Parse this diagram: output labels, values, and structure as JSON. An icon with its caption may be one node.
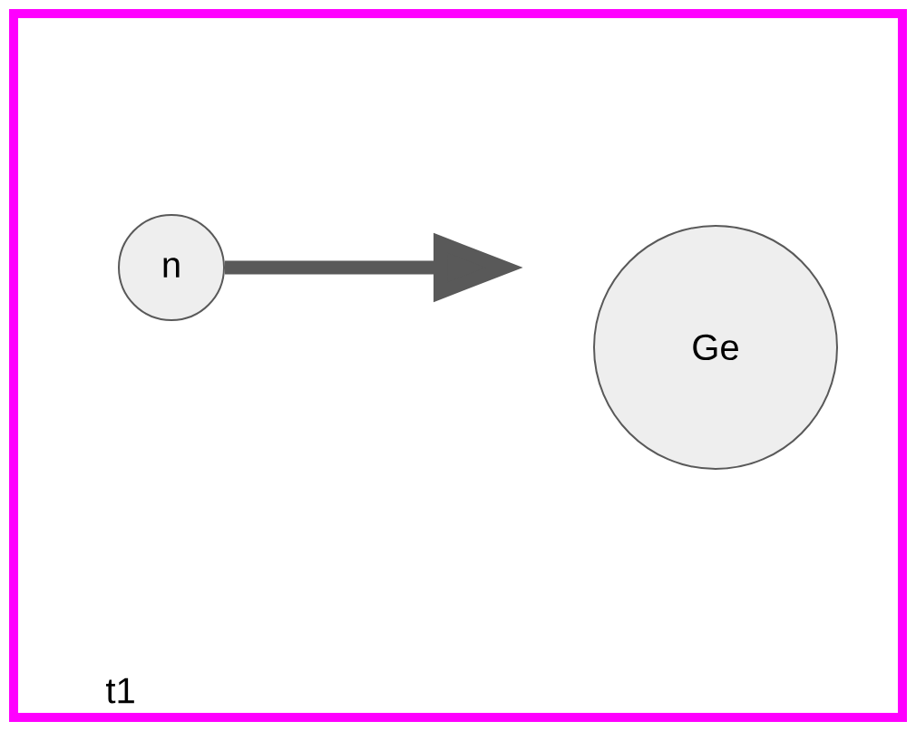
{
  "diagram": {
    "nodes": [
      {
        "text": [
          "t1"
        ]
      },
      {
        "text": [
          "n"
        ],
        "in": 0
      },
      {
        "text": [
          "Ge"
        ],
        "in": 0
      }
    ],
    "edges": [
      {
        "from": 1,
        "to": 2,
        "arrow": "to",
        "color": "#595959"
      }
    ]
  }
}
